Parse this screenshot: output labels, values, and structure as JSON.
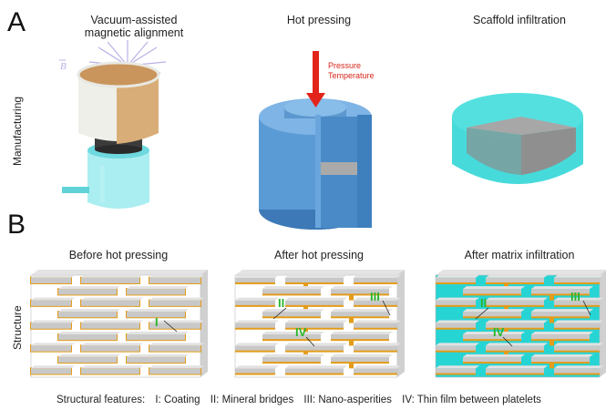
{
  "panels": {
    "a": {
      "letter": "A",
      "row_label": "Manufacturing",
      "steps": [
        {
          "title_line1": "Vacuum-assisted",
          "title_line2": "magnetic alignment"
        },
        {
          "title_line1": "Hot pressing"
        },
        {
          "title_line1": "Scaffold infiltration"
        }
      ],
      "field_label": "B",
      "pressure_label": "Pressure",
      "temperature_label": "Temperature"
    },
    "b": {
      "letter": "B",
      "row_label": "Structure",
      "steps": [
        {
          "title": "Before hot pressing"
        },
        {
          "title": "After hot pressing"
        },
        {
          "title": "After matrix infiltration"
        }
      ],
      "markers": {
        "i": "I",
        "ii": "II",
        "iii": "III",
        "iv": "IV"
      }
    }
  },
  "caption": {
    "prefix": "Structural features:",
    "items": [
      "I: Coating",
      "II: Mineral bridges",
      "III: Nano-asperities",
      "IV: Thin film between platelets"
    ]
  },
  "colors": {
    "blue": "#5b9bd5",
    "cyan": "#27d4d4",
    "orange": "#e39c1a",
    "platelet": "#c8c8c8",
    "red": "#e3241b",
    "marker": "#2bb52b"
  }
}
